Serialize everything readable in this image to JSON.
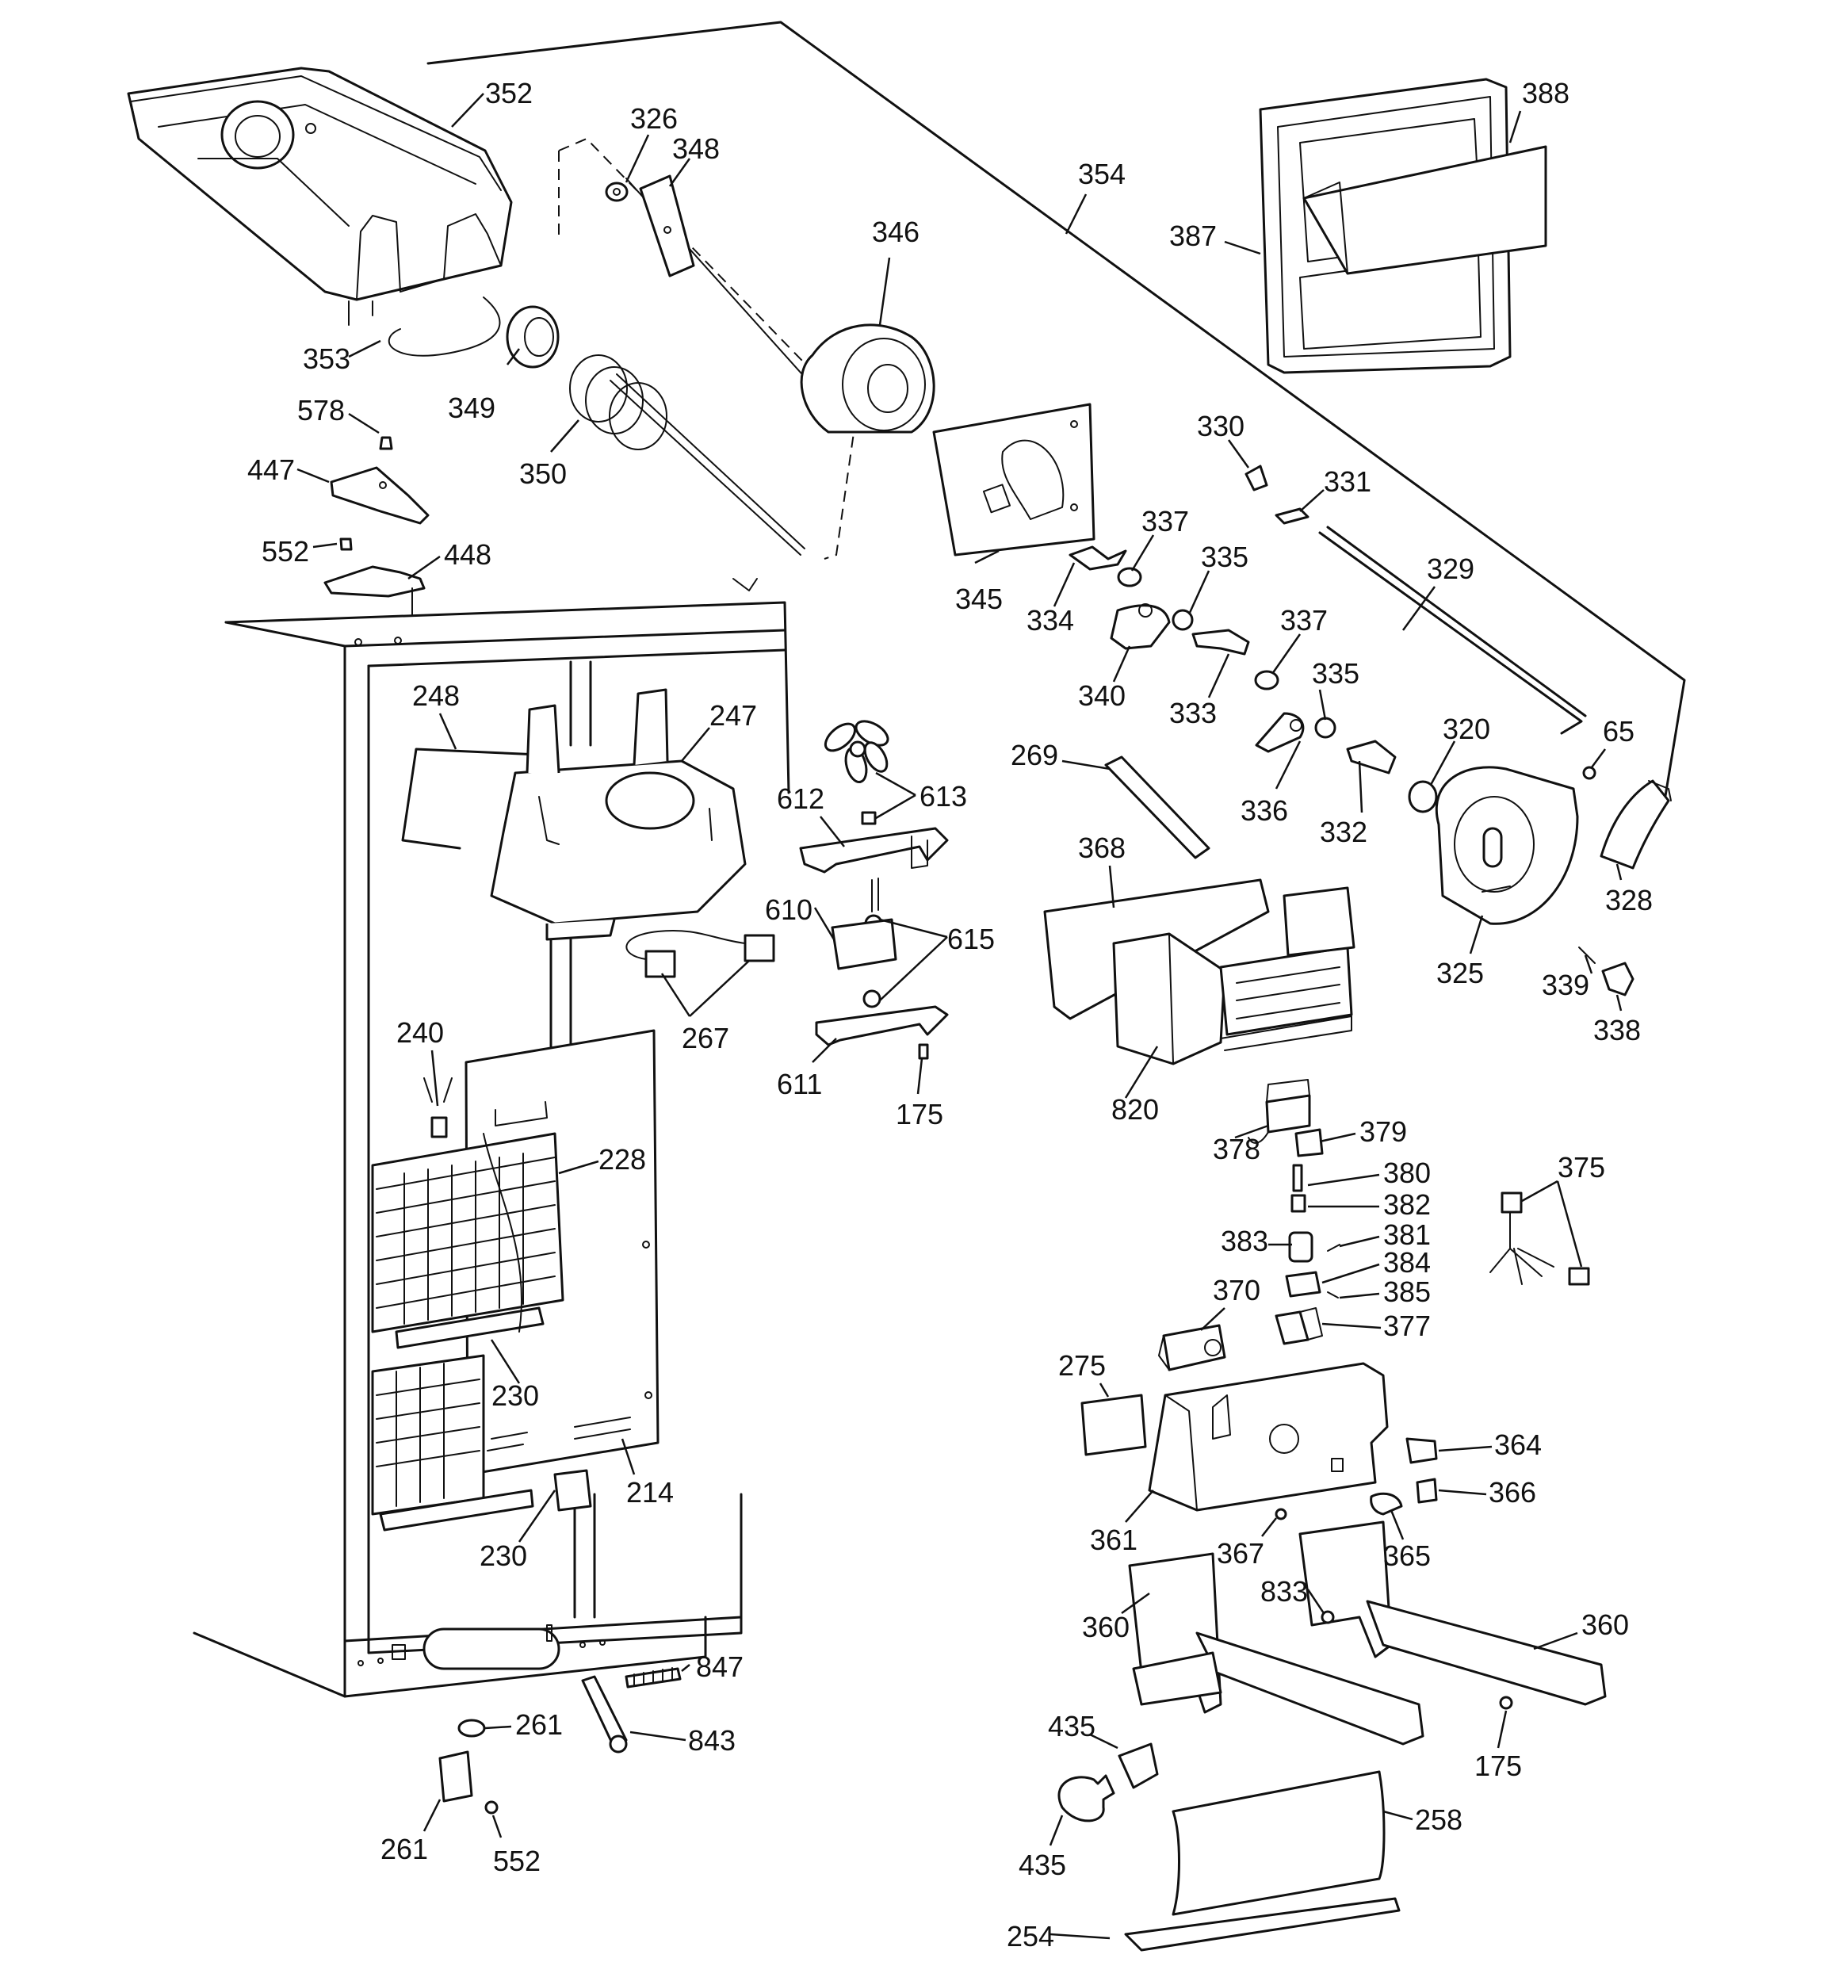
{
  "part_labels": {
    "p352": "352",
    "p326": "326",
    "p348": "348",
    "p388": "388",
    "p354": "354",
    "p346": "346",
    "p387": "387",
    "p353": "353",
    "p349": "349",
    "p578": "578",
    "p350": "350",
    "p447": "447",
    "p330": "330",
    "p331": "331",
    "p337a": "337",
    "p552a": "552",
    "p448": "448",
    "p335a": "335",
    "p345": "345",
    "p334": "334",
    "p329": "329",
    "p337b": "337",
    "p340": "340",
    "p333": "333",
    "p335b": "335",
    "p248": "248",
    "p247": "247",
    "p269": "269",
    "p320": "320",
    "p65": "65",
    "p612": "612",
    "p613": "613",
    "p336": "336",
    "p332": "332",
    "p368": "368",
    "p328": "328",
    "p610": "610",
    "p615": "615",
    "p325": "325",
    "p339": "339",
    "p240": "240",
    "p267": "267",
    "p338": "338",
    "p611": "611",
    "p175a": "175",
    "p820": "820",
    "p228": "228",
    "p379": "379",
    "p378": "378",
    "p380": "380",
    "p375": "375",
    "p382": "382",
    "p383": "383",
    "p381": "381",
    "p384": "384",
    "p370": "370",
    "p385": "385",
    "p377": "377",
    "p275": "275",
    "p230a": "230",
    "p364": "364",
    "p214": "214",
    "p366": "366",
    "p361": "361",
    "p367": "367",
    "p230b": "230",
    "p365": "365",
    "p833": "833",
    "p360a": "360",
    "p360b": "360",
    "p847": "847",
    "p261a": "261",
    "p843": "843",
    "p435a": "435",
    "p175b": "175",
    "p258": "258",
    "p261b": "261",
    "p552b": "552",
    "p435b": "435",
    "p254": "254"
  }
}
